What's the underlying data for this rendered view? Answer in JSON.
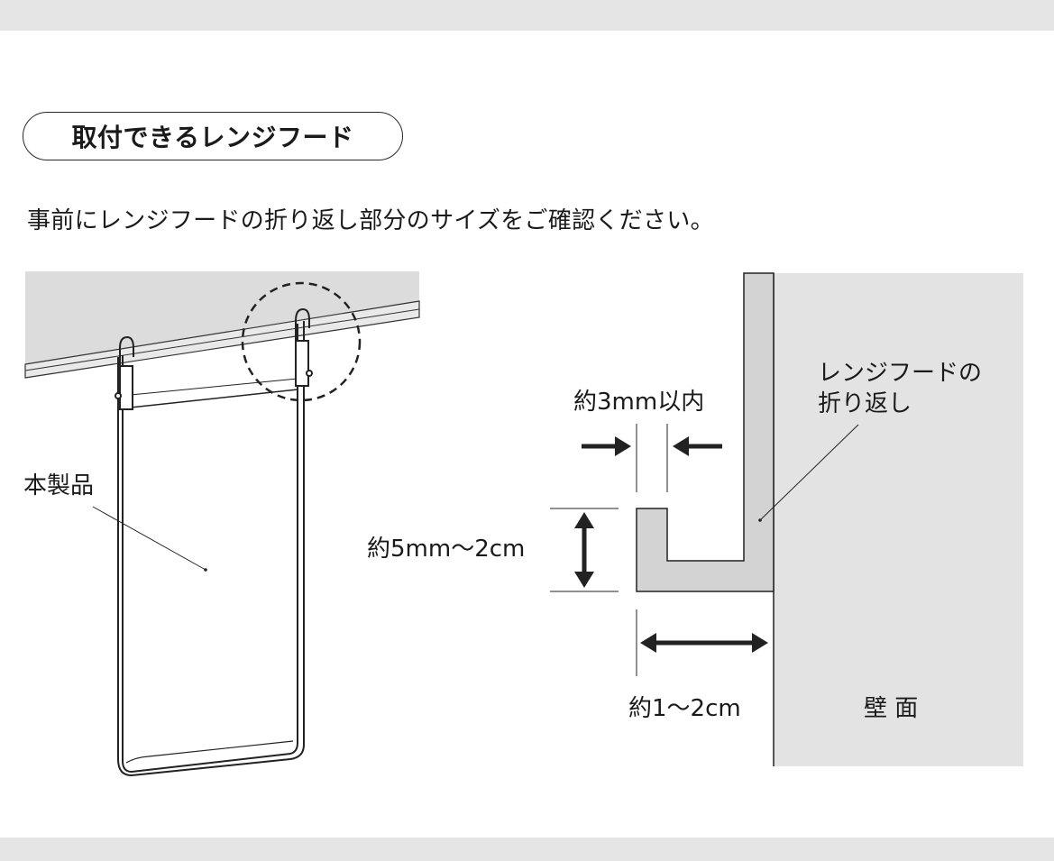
{
  "heading": "取付できるレンジフード",
  "instruction": "事前にレンジフードの折り返し部分のサイズをご確認ください。",
  "left_diagram": {
    "product_label": "本製品"
  },
  "right_diagram": {
    "gap_label": "約3mm以内",
    "height_label": "約5mm〜2cm",
    "depth_label": "約1〜2cm",
    "fold_label_line1": "レンジフードの",
    "fold_label_line2": "折り返し",
    "wall_label": "壁 面"
  },
  "colors": {
    "page_background": "#ffffff",
    "outer_background": "#e6e5e6",
    "hood_gray": "#d3d3d3",
    "wall_gray": "#e3e3e3",
    "line": "#1a1a1a"
  }
}
